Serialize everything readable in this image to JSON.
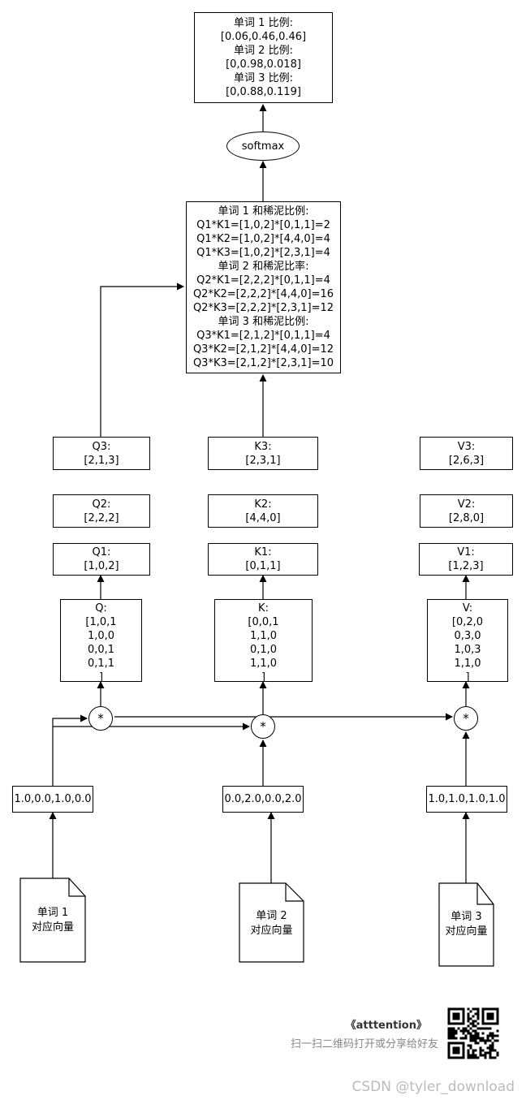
{
  "result": {
    "lines": [
      "单词 1 比例:",
      "[0.06,0.46,0.46]",
      "单词 2 比例:",
      "[0,0.98,0.018]",
      "单词 3 比例:",
      "[0,0.88,0.119]"
    ]
  },
  "softmax": {
    "label": "softmax"
  },
  "scores": {
    "lines": [
      "单词 1 和稀泥比例:",
      "Q1*K1=[1,0,2]*[0,1,1]=2",
      "Q1*K2=[1,0,2]*[4,4,0]=4",
      "Q1*K3=[1,0,2]*[2,3,1]=4",
      "单词 2 和稀泥比率:",
      "Q2*K1=[2,2,2]*[0,1,1]=4",
      "Q2*K2=[2,2,2]*[4,4,0]=16",
      "Q2*K3=[2,2,2]*[2,3,1]=12",
      "单词 3 和稀泥比例:",
      "Q3*K1=[2,1,2]*[0,1,1]=4",
      "Q3*K2=[2,1,2]*[4,4,0]=12",
      "Q3*K3=[2,1,2]*[2,3,1]=10"
    ]
  },
  "vectors": {
    "q3": [
      "Q3:",
      "[2,1,3]"
    ],
    "k3": [
      "K3:",
      "[2,3,1]"
    ],
    "v3": [
      "V3:",
      "[2,6,3]"
    ],
    "q2": [
      "Q2:",
      "[2,2,2]"
    ],
    "k2": [
      "K2:",
      "[4,4,0]"
    ],
    "v2": [
      "V2:",
      "[2,8,0]"
    ],
    "q1": [
      "Q1:",
      "[1,0,2]"
    ],
    "k1": [
      "K1:",
      "[0,1,1]"
    ],
    "v1": [
      "V1:",
      "[1,2,3]"
    ]
  },
  "matrices": {
    "q": [
      "Q:",
      "[1,0,1",
      "1,0,0",
      "0,0,1",
      "0,1,1",
      "]"
    ],
    "k": [
      "K:",
      "[0,0,1",
      "1,1,0",
      "0,1,0",
      "1,1,0",
      "]"
    ],
    "v": [
      "V:",
      "[0,2,0",
      "0,3,0",
      "1,0,3",
      "1,1,0",
      "]"
    ]
  },
  "operators": {
    "multiply": "*"
  },
  "inputs": {
    "word1": "1.0,0.0,1.0,0.0",
    "word2": "0.0,2.0,0.0,2.0",
    "word3": "1.0,1.0,1.0,1.0"
  },
  "documents": {
    "word1": [
      "单词 1",
      "对应向量"
    ],
    "word2": [
      "单词 2",
      "对应向量"
    ],
    "word3": [
      "单词 3",
      "对应向量"
    ]
  },
  "footer": {
    "title": "《atttention》",
    "subtitle": "扫一扫二维码打开或分享给好友",
    "qr_icon": "qr-code-icon"
  },
  "watermark": "CSDN @tyler_download"
}
